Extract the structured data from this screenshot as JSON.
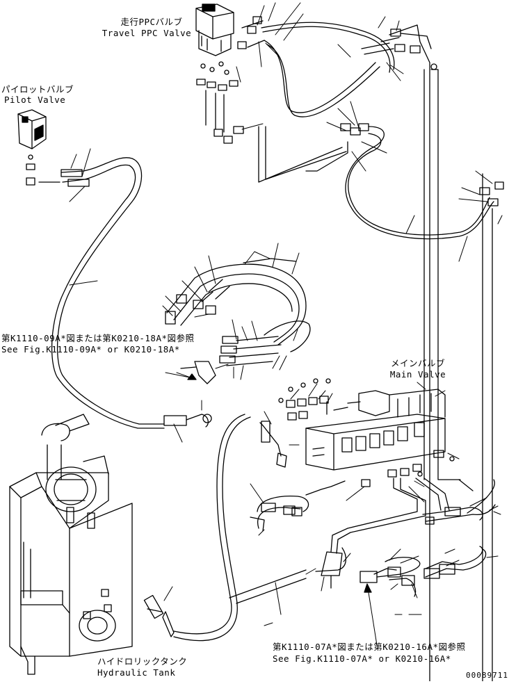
{
  "labels": {
    "travel_ppc_jp": "走行PPCバルブ",
    "travel_ppc_en": "Travel PPC Valve",
    "pilot_valve_jp": "パイロットバルブ",
    "pilot_valve_en": "Pilot Valve",
    "ref_upper_jp": "第K1110-09A*図または第K0210-18A*図参照",
    "ref_upper_en": "See Fig.K1110-09A* or K0210-18A*",
    "main_valve_jp": "メインバルブ",
    "main_valve_en": "Main Valve",
    "ref_lower_jp": "第K1110-07A*図または第K0210-16A*図参照",
    "ref_lower_en": "See Fig.K1110-07A* or K0210-16A*",
    "hydraulic_tank_jp": "ハイドロリックタンク",
    "hydraulic_tank_en": "Hydraulic Tank",
    "drawing_number": "00089711"
  }
}
